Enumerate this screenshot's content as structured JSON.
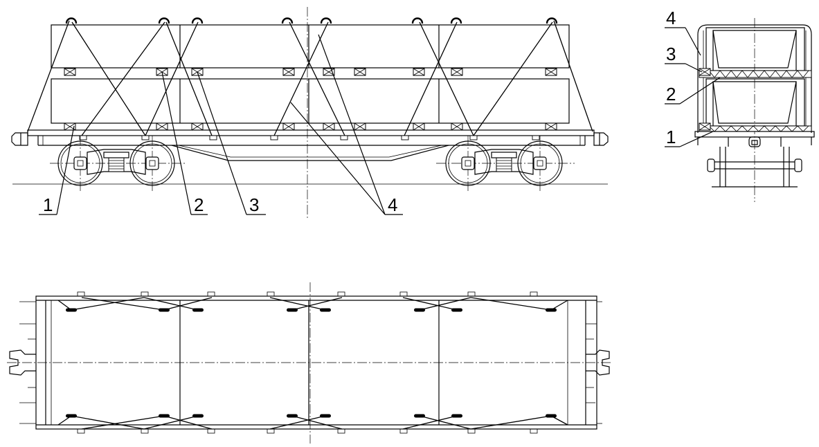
{
  "callouts": {
    "side": {
      "c1": "1",
      "c2": "2",
      "c3": "3",
      "c4": "4"
    },
    "end": {
      "c1": "1",
      "c2": "2",
      "c3": "3",
      "c4": "4"
    }
  }
}
